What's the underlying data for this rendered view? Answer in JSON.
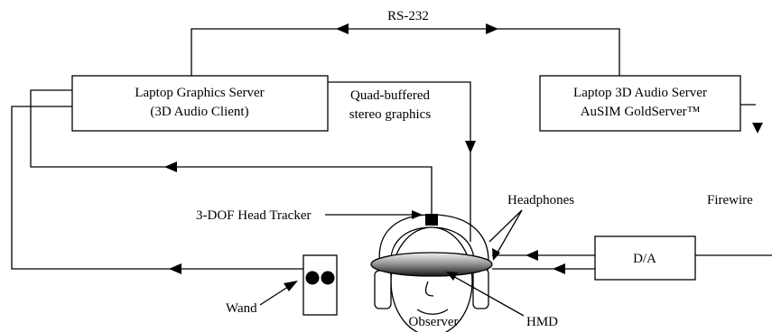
{
  "bus_label": "RS-232",
  "graphics_server": {
    "line1": "Laptop Graphics Server",
    "line2": "(3D Audio Client)"
  },
  "audio_server": {
    "line1": "Laptop 3D Audio Server",
    "line2": "AuSIM GoldServer™"
  },
  "stereo_label": {
    "line1": "Quad-buffered",
    "line2": "stereo graphics"
  },
  "head_tracker_label": "3-DOF Head Tracker",
  "headphones_label": "Headphones",
  "firewire_label": "Firewire",
  "da_label": "D/A",
  "wand_label": "Wand",
  "observer_label": "Observer",
  "hmd_label": "HMD"
}
